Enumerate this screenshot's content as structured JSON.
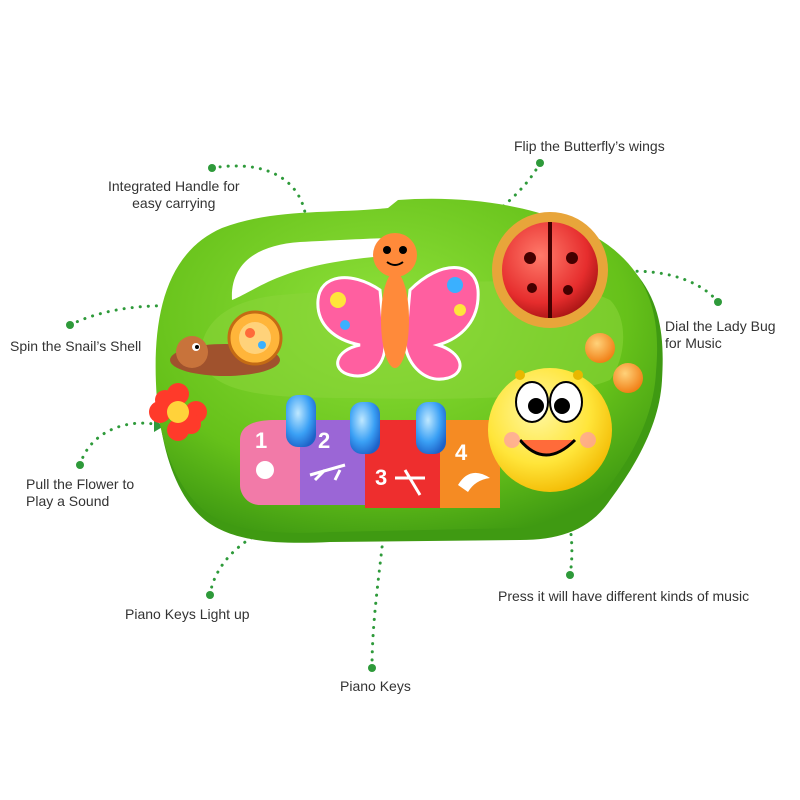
{
  "labels": {
    "handle": {
      "line1": "Integrated Handle for",
      "line2": "easy carrying"
    },
    "butterfly": "Flip the Butterfly’s wings",
    "ladybug": {
      "line1": "Dial the Lady Bug",
      "line2": "for Music"
    },
    "snail": "Spin the Snail’s Shell",
    "flower": {
      "line1": "Pull the Flower to",
      "line2": "Play a Sound"
    },
    "piano_light": "Piano Keys Light up",
    "piano_keys": "Piano Keys",
    "caterpillar": "Press it will have different kinds of music"
  },
  "key_numbers": [
    "1",
    "2",
    "3",
    "4"
  ],
  "colors": {
    "body_green": "#6cc51e",
    "body_dark": "#3f9a12",
    "dots": "#2e9a3a",
    "key_pink": "#f27aa8",
    "key_purple": "#9b66d6",
    "key_red": "#ee2e2e",
    "key_orange": "#f58b23",
    "caterpillar_yellow": "#ffe53a",
    "ladybug_red": "#e62d2d",
    "blue_light": "#2f8ef0"
  }
}
